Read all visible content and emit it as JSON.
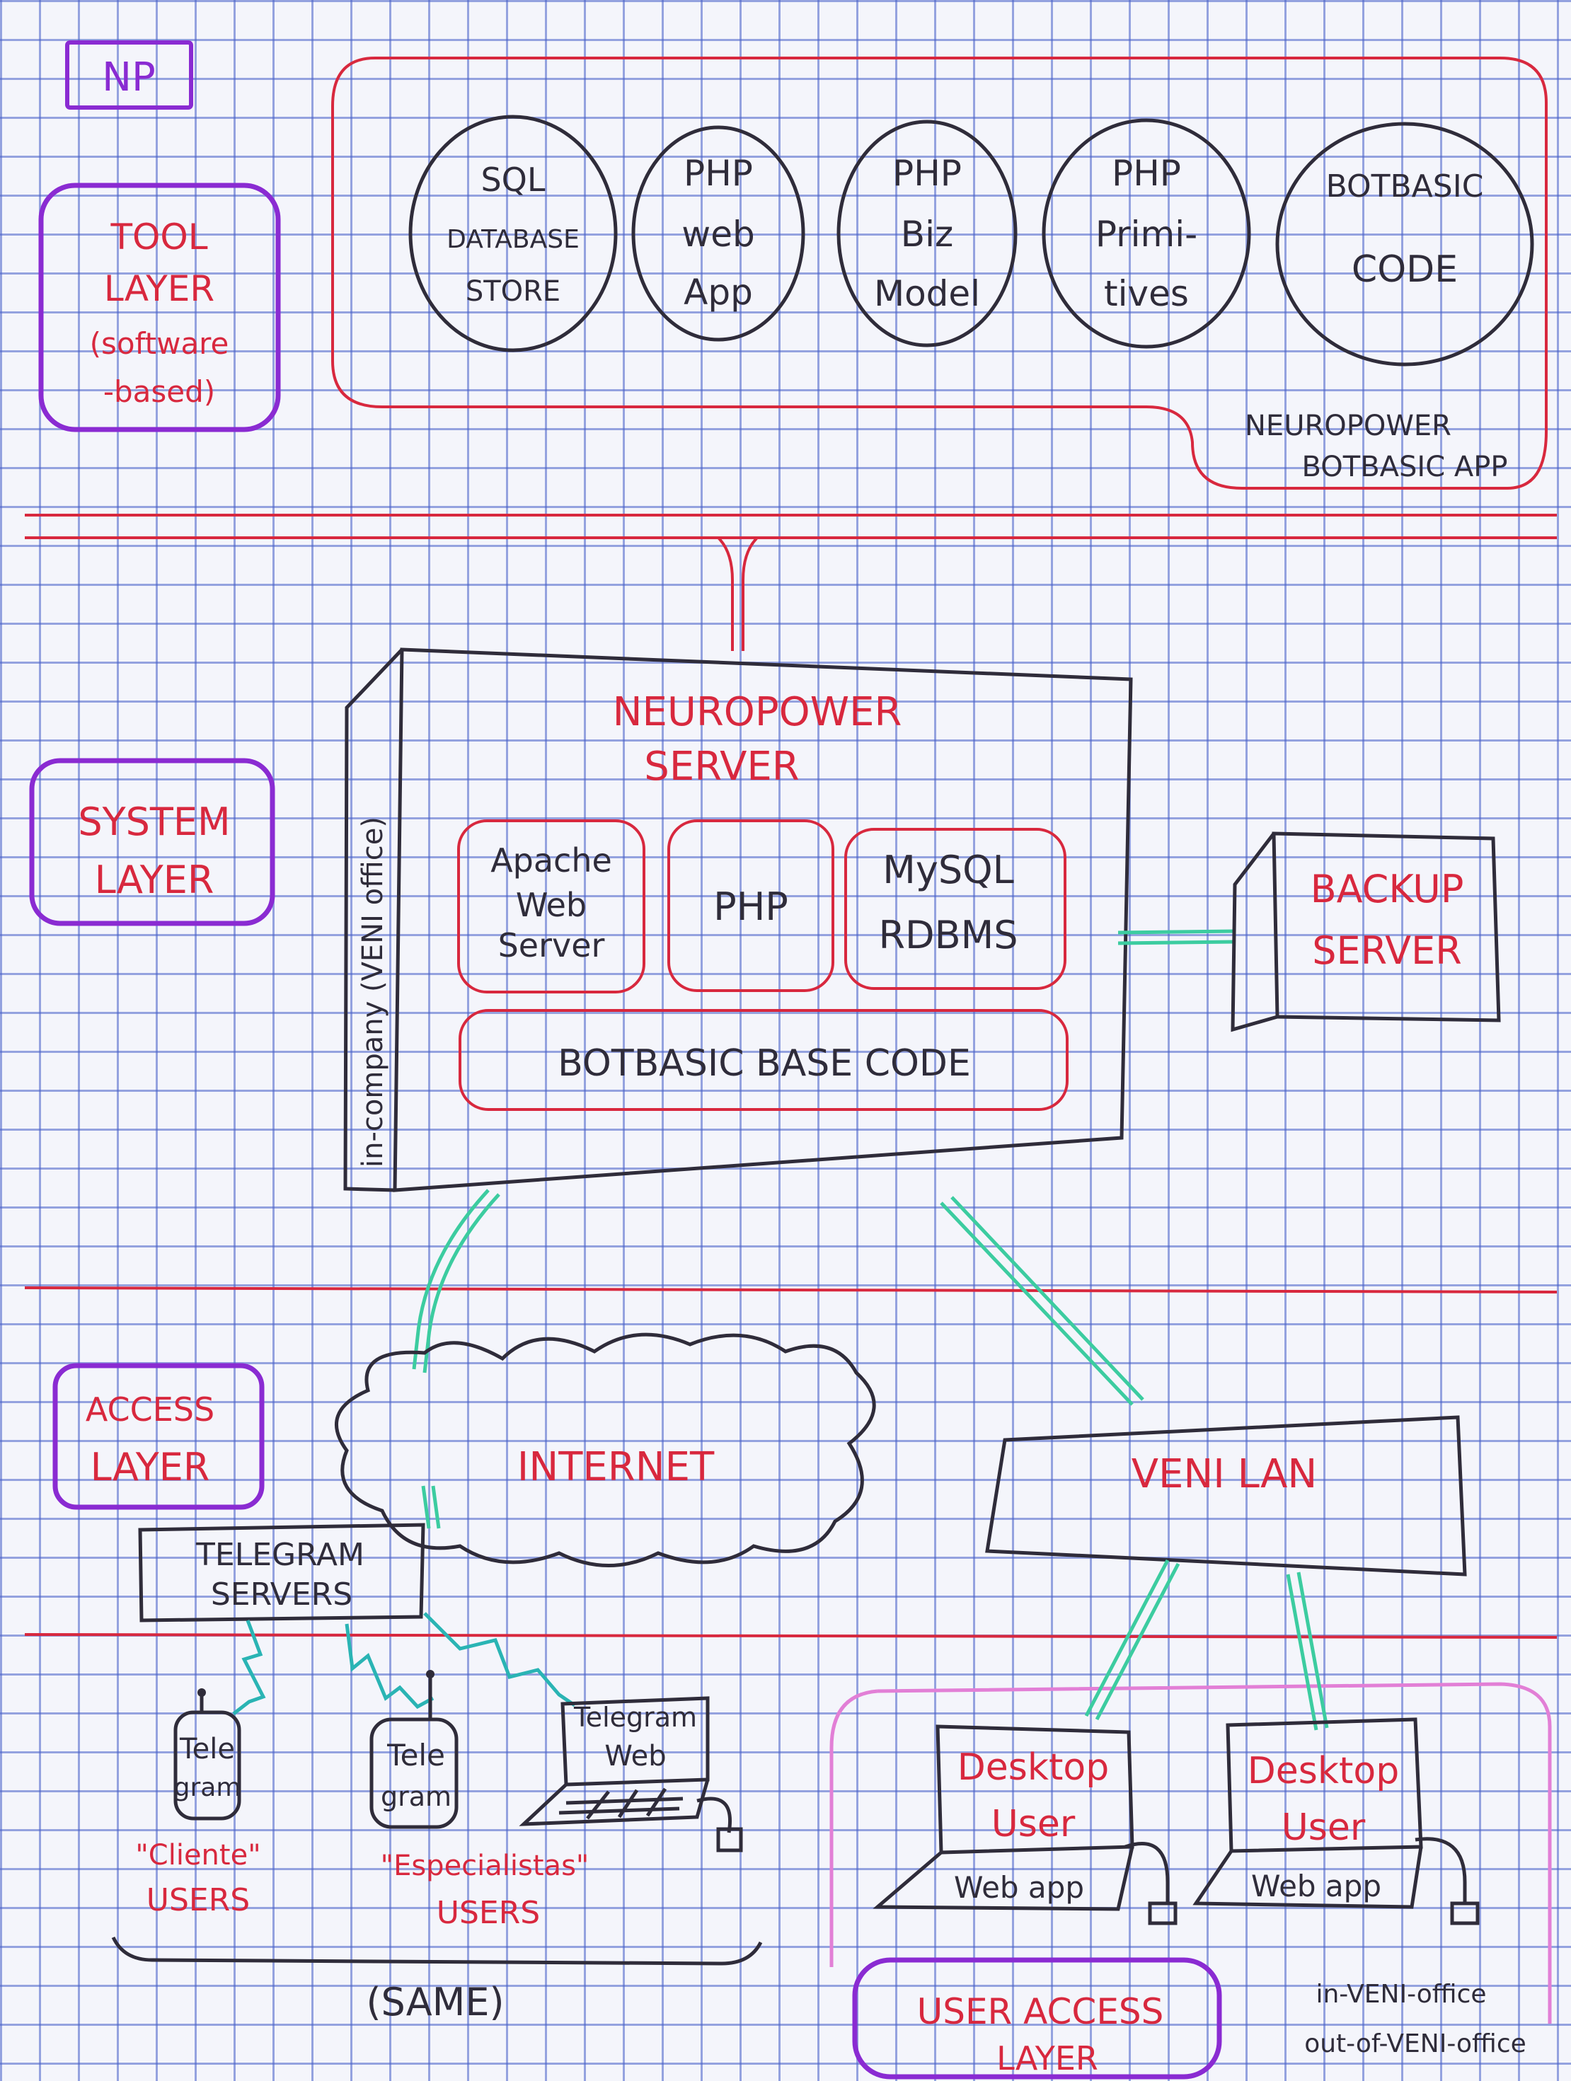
{
  "colors": {
    "red_ink": "#d8283e",
    "dark_ink": "#2f2c3a",
    "purple_ink": "#8a2bd2",
    "teal_link": "#3ccca0",
    "pink_box": "#e27fd6",
    "grid_blue": "#4a66c8",
    "paper": "#f4f5fb"
  },
  "logo": "NP",
  "layers": {
    "tool": [
      "TOOL",
      "LAYER",
      "(software",
      "-based)"
    ],
    "system": [
      "SYSTEM",
      "LAYER"
    ],
    "access": [
      "ACCESS",
      "LAYER"
    ],
    "user_access": [
      "USER ACCESS",
      "LAYER"
    ]
  },
  "tool_components": [
    [
      "SQL",
      "DATABASE",
      "STORE"
    ],
    [
      "PHP",
      "web",
      "App"
    ],
    [
      "PHP",
      "Biz",
      "Model"
    ],
    [
      "PHP",
      "Primi-",
      "tives"
    ],
    [
      "BOTBASIC",
      "CODE"
    ]
  ],
  "app_label": [
    "NEUROPOWER",
    "BOTBASIC APP"
  ],
  "server": {
    "title": [
      "NEUROPOWER",
      "SERVER"
    ],
    "side_label": "in-company (VENI office)",
    "components": [
      [
        "Apache",
        "Web",
        "Server"
      ],
      [
        "PHP"
      ],
      [
        "MySQL",
        "RDBMS"
      ]
    ],
    "base_code": "BOTBASIC BASE CODE"
  },
  "backup": [
    "BACKUP",
    "SERVER"
  ],
  "internet": "INTERNET",
  "veni_lan": "VENI LAN",
  "telegram_servers": [
    "TELEGRAM",
    "SERVERS"
  ],
  "telegram_clients": [
    [
      "Tele",
      "gram"
    ],
    [
      "Tele",
      "gram"
    ]
  ],
  "telegram_web": [
    "Telegram",
    "Web"
  ],
  "user_groups": [
    [
      "\"Cliente\"",
      "USERS"
    ],
    [
      "\"Especialistas\"",
      "USERS"
    ]
  ],
  "same_label": "(SAME)",
  "desktop_users": [
    {
      "screen": [
        "Desktop",
        "User"
      ],
      "base": "Web app"
    },
    {
      "screen": [
        "Desktop",
        "User"
      ],
      "base": "Web app"
    }
  ],
  "office_notes": [
    "in-VENI-office",
    "out-of-VENI-office"
  ]
}
